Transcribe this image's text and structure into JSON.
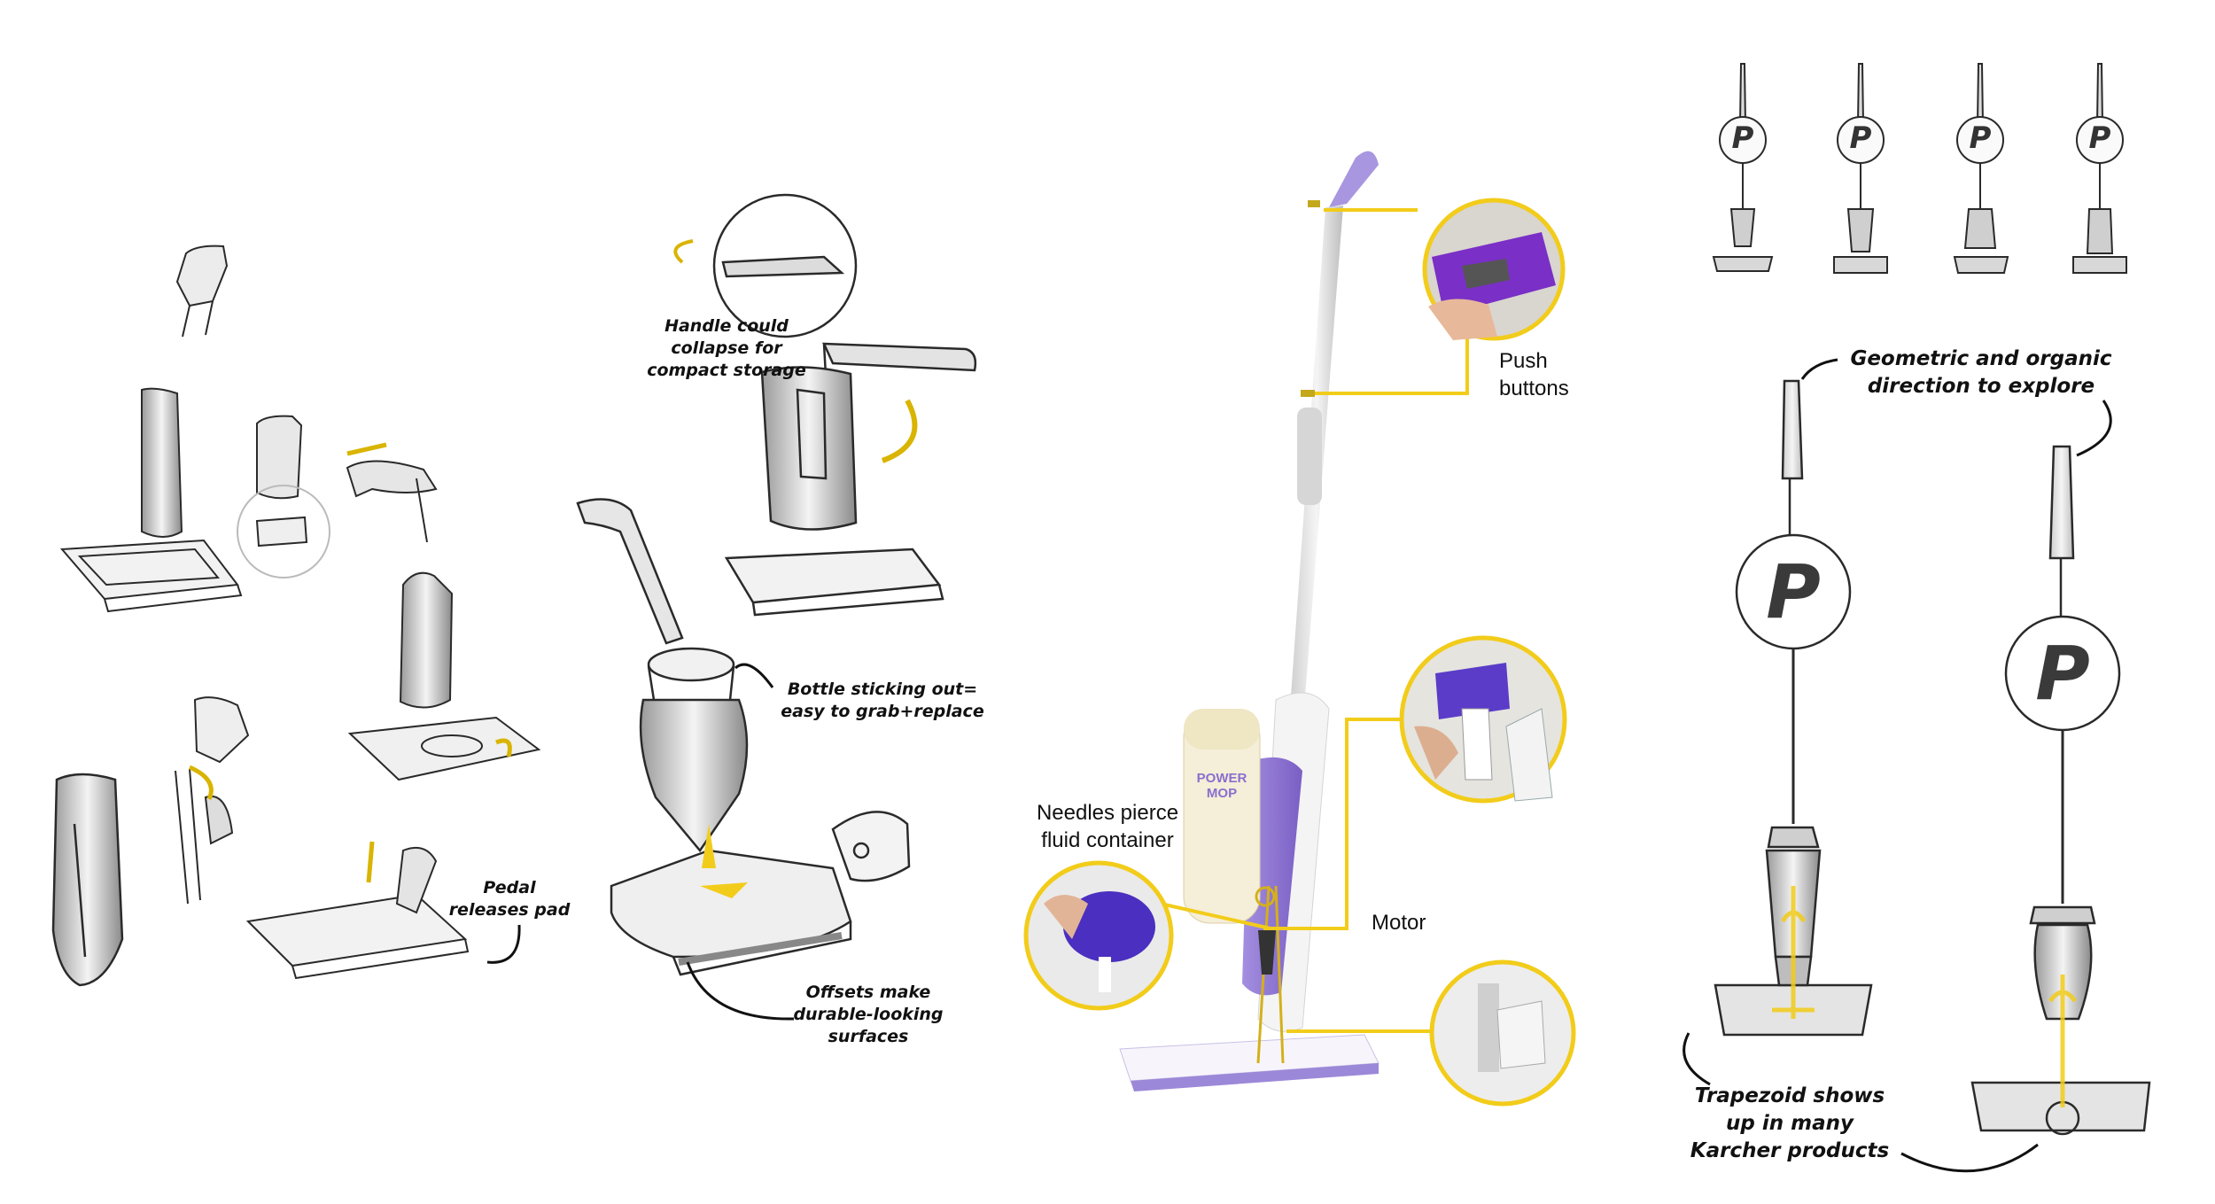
{
  "sketch_notes": {
    "handle_collapse": [
      "Handle could",
      "collapse for",
      "compact storage"
    ],
    "bottle": [
      "Bottle sticking out=",
      "easy to grab+replace"
    ],
    "pedal": [
      "Pedal",
      "releases pad"
    ],
    "offsets": [
      "Offsets make",
      "durable-looking",
      "surfaces"
    ]
  },
  "mop_callouts": {
    "push_buttons": [
      "Push",
      "buttons"
    ],
    "needles": [
      "Needles pierce",
      "fluid container"
    ],
    "motor": "Motor",
    "bottle_label": [
      "POWER",
      "MOP"
    ]
  },
  "logo_letter": "P",
  "concept_notes": {
    "direction": [
      "Geometric and organic",
      "direction to explore"
    ],
    "trapezoid": [
      "Trapezoid shows",
      "up in many",
      "Karcher products"
    ]
  },
  "colors": {
    "accent_yellow": "#f2cc1a",
    "mop_purple": "#8a6fcf",
    "sketch_line": "#2a2a2a"
  }
}
